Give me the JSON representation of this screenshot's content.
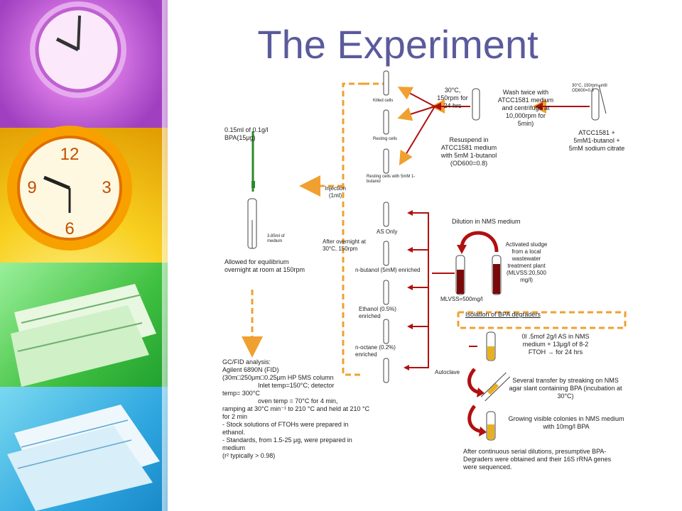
{
  "slide": {
    "title": "The Experiment"
  },
  "preparation": {
    "culture": "ATCC1581 + 5mM1-butanol + 5mM sodium citrate",
    "culture_conditions": "30°C, 150rpm until OD600=0.8",
    "wash": "Wash twice with ATCC1581 medium and centrifuge at 10,000rpm for 5min)",
    "resuspend": "Resuspend in ATCC1581 medium with 5mM 1-butanol (OD600=0.8)",
    "incubation": "30°C, 150rpm for 24 hrs",
    "killed_cells": "Killed cells",
    "resting_cells": "Resting cells",
    "resting_butanol": "Resting cells with 5mM 1-butanol"
  },
  "bpa_setup": {
    "bpa_label": "0.15ml of 0.1g/l BPA(15μg)",
    "medium_label": "3.85ml of medium",
    "equilibrium": "Allowed for equilibrium overnight at room at 150rpm",
    "injection": "Injection (1ml)",
    "after_overnight": "After overnight at 30°C, 150rpm"
  },
  "enrichments": {
    "as_only": "AS Only",
    "butanol": "n-butanol (5mM) enriched",
    "ethanol": "Ethanol (0.5%) enriched",
    "octane": "n-octane (0.2%) enriched"
  },
  "sludge": {
    "dilution": "Dilution in NMS medium",
    "activated": "Activated sludge from a local wastewater treatment plant (MLVSS:20,500 mg/l)",
    "mlvss": "MLVSS=500mg/l",
    "autoclave": "Autoclave"
  },
  "isolation": {
    "heading": "Isolation of BPA degraders",
    "step1": "0l .5mof 2g/l  AS in NMS medium + 13μg/l of 8-2 FTOH → for 24 hrs",
    "step2": "Several transfer by streaking on NMS agar slant containing BPA (incubation at 30°C)",
    "step3": "Growing visible colonies in NMS medium with 10mg/l BPA",
    "step4": "After continuous serial dilutions, presumptive BPA-Degraders were obtained and their 16S rRNA genes were sequenced."
  },
  "analysis": {
    "lines": [
      "GC/FID analysis:",
      "Agilent 6890N (FID)",
      "(30m□250μm□0.25μm HP 5MS column",
      "                    Inlet temp=150°C; detector",
      "temp= 300°C",
      "                    oven temp = 70°C for 4 min,",
      "ramping at 30°C min⁻¹ to 210 °C and held at 210 °C",
      "for 2 min",
      "- Stock solutions of FTOHs were prepared in",
      "ethanol.",
      "- Standards, from 1.5-25 μg, were prepared in",
      "medium",
      "(r² typically > 0.98)"
    ]
  },
  "colors": {
    "dashed_box": "#f0a030",
    "arrow_red": "#b01010",
    "title": "#5a5a9c"
  }
}
